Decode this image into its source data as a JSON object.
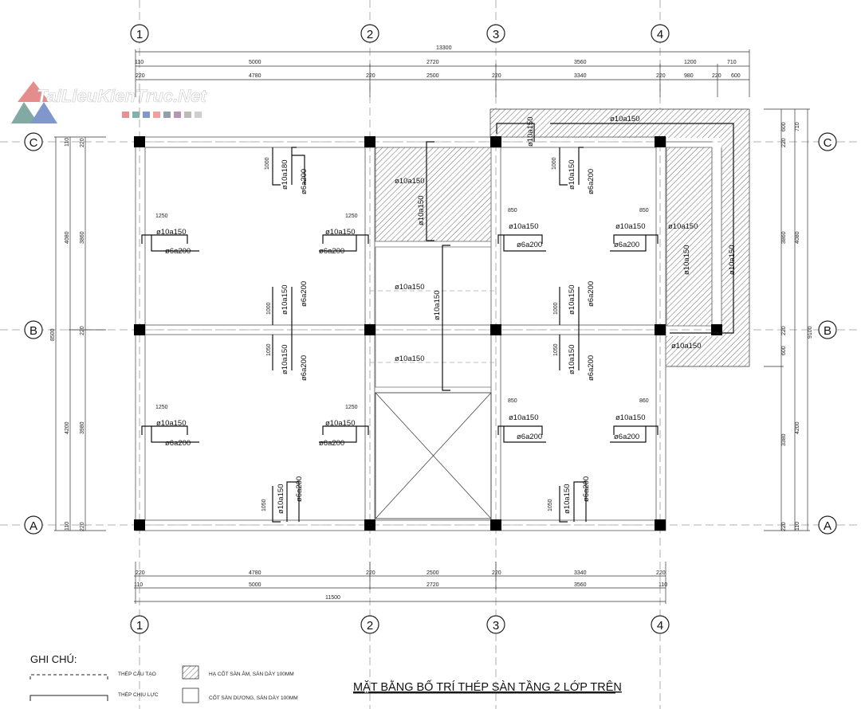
{
  "watermark": {
    "text": "TaiLieuKienTruc.Net",
    "swatches": [
      "#e57c7c",
      "#6fa39c",
      "#6c87c2",
      "#ef8e8e",
      "#7f8f9a",
      "#a784a8",
      "#b0b0b0",
      "#c6c6c6"
    ]
  },
  "axes": {
    "cols": [
      "1",
      "2",
      "3",
      "4"
    ],
    "rows": [
      "C",
      "B",
      "A"
    ]
  },
  "dims_top": {
    "total": "13300",
    "row1": [
      "110",
      "5000",
      "2720",
      "3560",
      "1200",
      "710"
    ],
    "row2": [
      "220",
      "4780",
      "220",
      "2500",
      "220",
      "3340",
      "220",
      "980",
      "220",
      "600"
    ]
  },
  "dims_bottom": {
    "row1": [
      "220",
      "4780",
      "220",
      "2500",
      "220",
      "3340",
      "220"
    ],
    "row2": [
      "110",
      "5000",
      "2720",
      "3560",
      "110"
    ],
    "total": "11500"
  },
  "dims_left": {
    "total": "8500",
    "mid": [
      "110",
      "4080",
      "4200",
      "110"
    ],
    "inner": [
      "220",
      "3860",
      "220",
      "3980",
      "220"
    ]
  },
  "dims_right": {
    "total": "9100",
    "mid": [
      "710",
      "4080",
      "4200",
      "110"
    ],
    "inner": [
      "600",
      "220",
      "3860",
      "220",
      "600",
      "3380",
      "220"
    ]
  },
  "rebar": {
    "d10a180": "ø10a180",
    "d10a150": "ø10a150",
    "d6a200": "ø6a200",
    "l1000": "1000",
    "l1050": "1050",
    "l1250": "1250",
    "l850": "850",
    "l860": "860"
  },
  "legend": {
    "title": "GHI CHÚ:",
    "dashed": "THÉP CẤU TẠO",
    "solid": "THÉP CHỊU LỰC",
    "hatched": "HẠ CỐT SÀN ÂM, SÀN DÀY 100MM",
    "plain": "CỐT SÀN DƯƠNG, SÀN DÀY 100MM"
  },
  "drawing_title": "MẶT BẰNG BỐ TRÍ THÉP SÀN TẦNG 2 LỚP TRÊN"
}
